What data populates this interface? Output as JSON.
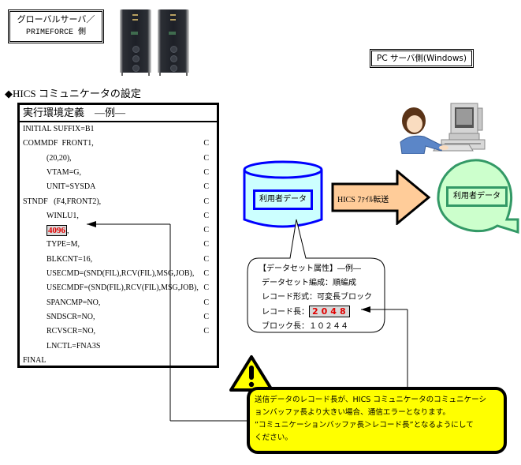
{
  "host_side": {
    "line1": "グローバルサーバ／",
    "line2": "PRIMEFORCE 側"
  },
  "pc_side": {
    "label": "PC サーバ側(Windows)"
  },
  "section_title": "◆HICS コミュニケータの設定",
  "config": {
    "header": "実行環境定義　―例―",
    "lines": [
      {
        "text": "INITIAL SUFFIX=B1",
        "indent": 0,
        "cont": ""
      },
      {
        "text": "COMMDF  FRONT1,",
        "indent": 0,
        "cont": "C"
      },
      {
        "text": "(20,20),",
        "indent": 1,
        "cont": "C"
      },
      {
        "text": "VTAM=G,",
        "indent": 1,
        "cont": "C"
      },
      {
        "text": "UNIT=SYSDA",
        "indent": 1,
        "cont": "C"
      },
      {
        "text": "STNDF   (F4,FRONT2),",
        "indent": 0,
        "cont": "C"
      },
      {
        "text": "WINLU1,",
        "indent": 1,
        "cont": "C"
      },
      {
        "text": ",",
        "indent": 1,
        "cont": "C",
        "highlight": "4096"
      },
      {
        "text": "TYPE=M,",
        "indent": 1,
        "cont": "C"
      },
      {
        "text": "BLKCNT=16,",
        "indent": 1,
        "cont": "C"
      },
      {
        "text": "USECMD=(SND(FIL),RCV(FIL),MSG,JOB),",
        "indent": 1,
        "cont": "C"
      },
      {
        "text": "USECMDF=(SND(FIL),RCV(FIL),MSG,JOB),",
        "indent": 1,
        "cont": "C"
      },
      {
        "text": "SPANCMP=NO,",
        "indent": 1,
        "cont": "C"
      },
      {
        "text": "SNDSCR=NO,",
        "indent": 1,
        "cont": "C"
      },
      {
        "text": "RCVSCR=NO,",
        "indent": 1,
        "cont": "C"
      },
      {
        "text": "LNCTL=FNA3S",
        "indent": 1,
        "cont": ""
      },
      {
        "text": "FINAL",
        "indent": 0,
        "cont": ""
      }
    ]
  },
  "host_data": {
    "label": "利用者データ"
  },
  "transfer": {
    "label": "HICS ﾌｧｲﾙ転送"
  },
  "pc_data": {
    "label": "利用者データ"
  },
  "dataset_attr": {
    "title": "【データセット属性】―例―",
    "org_label": "データセット編成：",
    "org_value": "順編成",
    "format_label": "レコード形式：",
    "format_value": "可変長ブロック",
    "reclen_label": "レコード長：",
    "reclen_value": "2048",
    "blklen_label": "ブロック長：",
    "blklen_value": "１０２４４"
  },
  "warning": {
    "line1": "送信データのレコード長が、HICS コミュニケータのコミュニケーシ",
    "line2": "ョンバッファ長より大きい場合、通信エラーとなります。",
    "line3": "”コミュニケーションバッファ長＞レコード長”となるようにして",
    "line4": "ください。"
  },
  "colors": {
    "highlight_red": "#e00000",
    "db_fill": "#ccffff",
    "db_stroke": "#0000ff",
    "pc_fill": "#ccffcc",
    "pc_stroke": "#339966",
    "arrow_fill": "#ffcc99",
    "warning_fill": "#ffff00"
  }
}
